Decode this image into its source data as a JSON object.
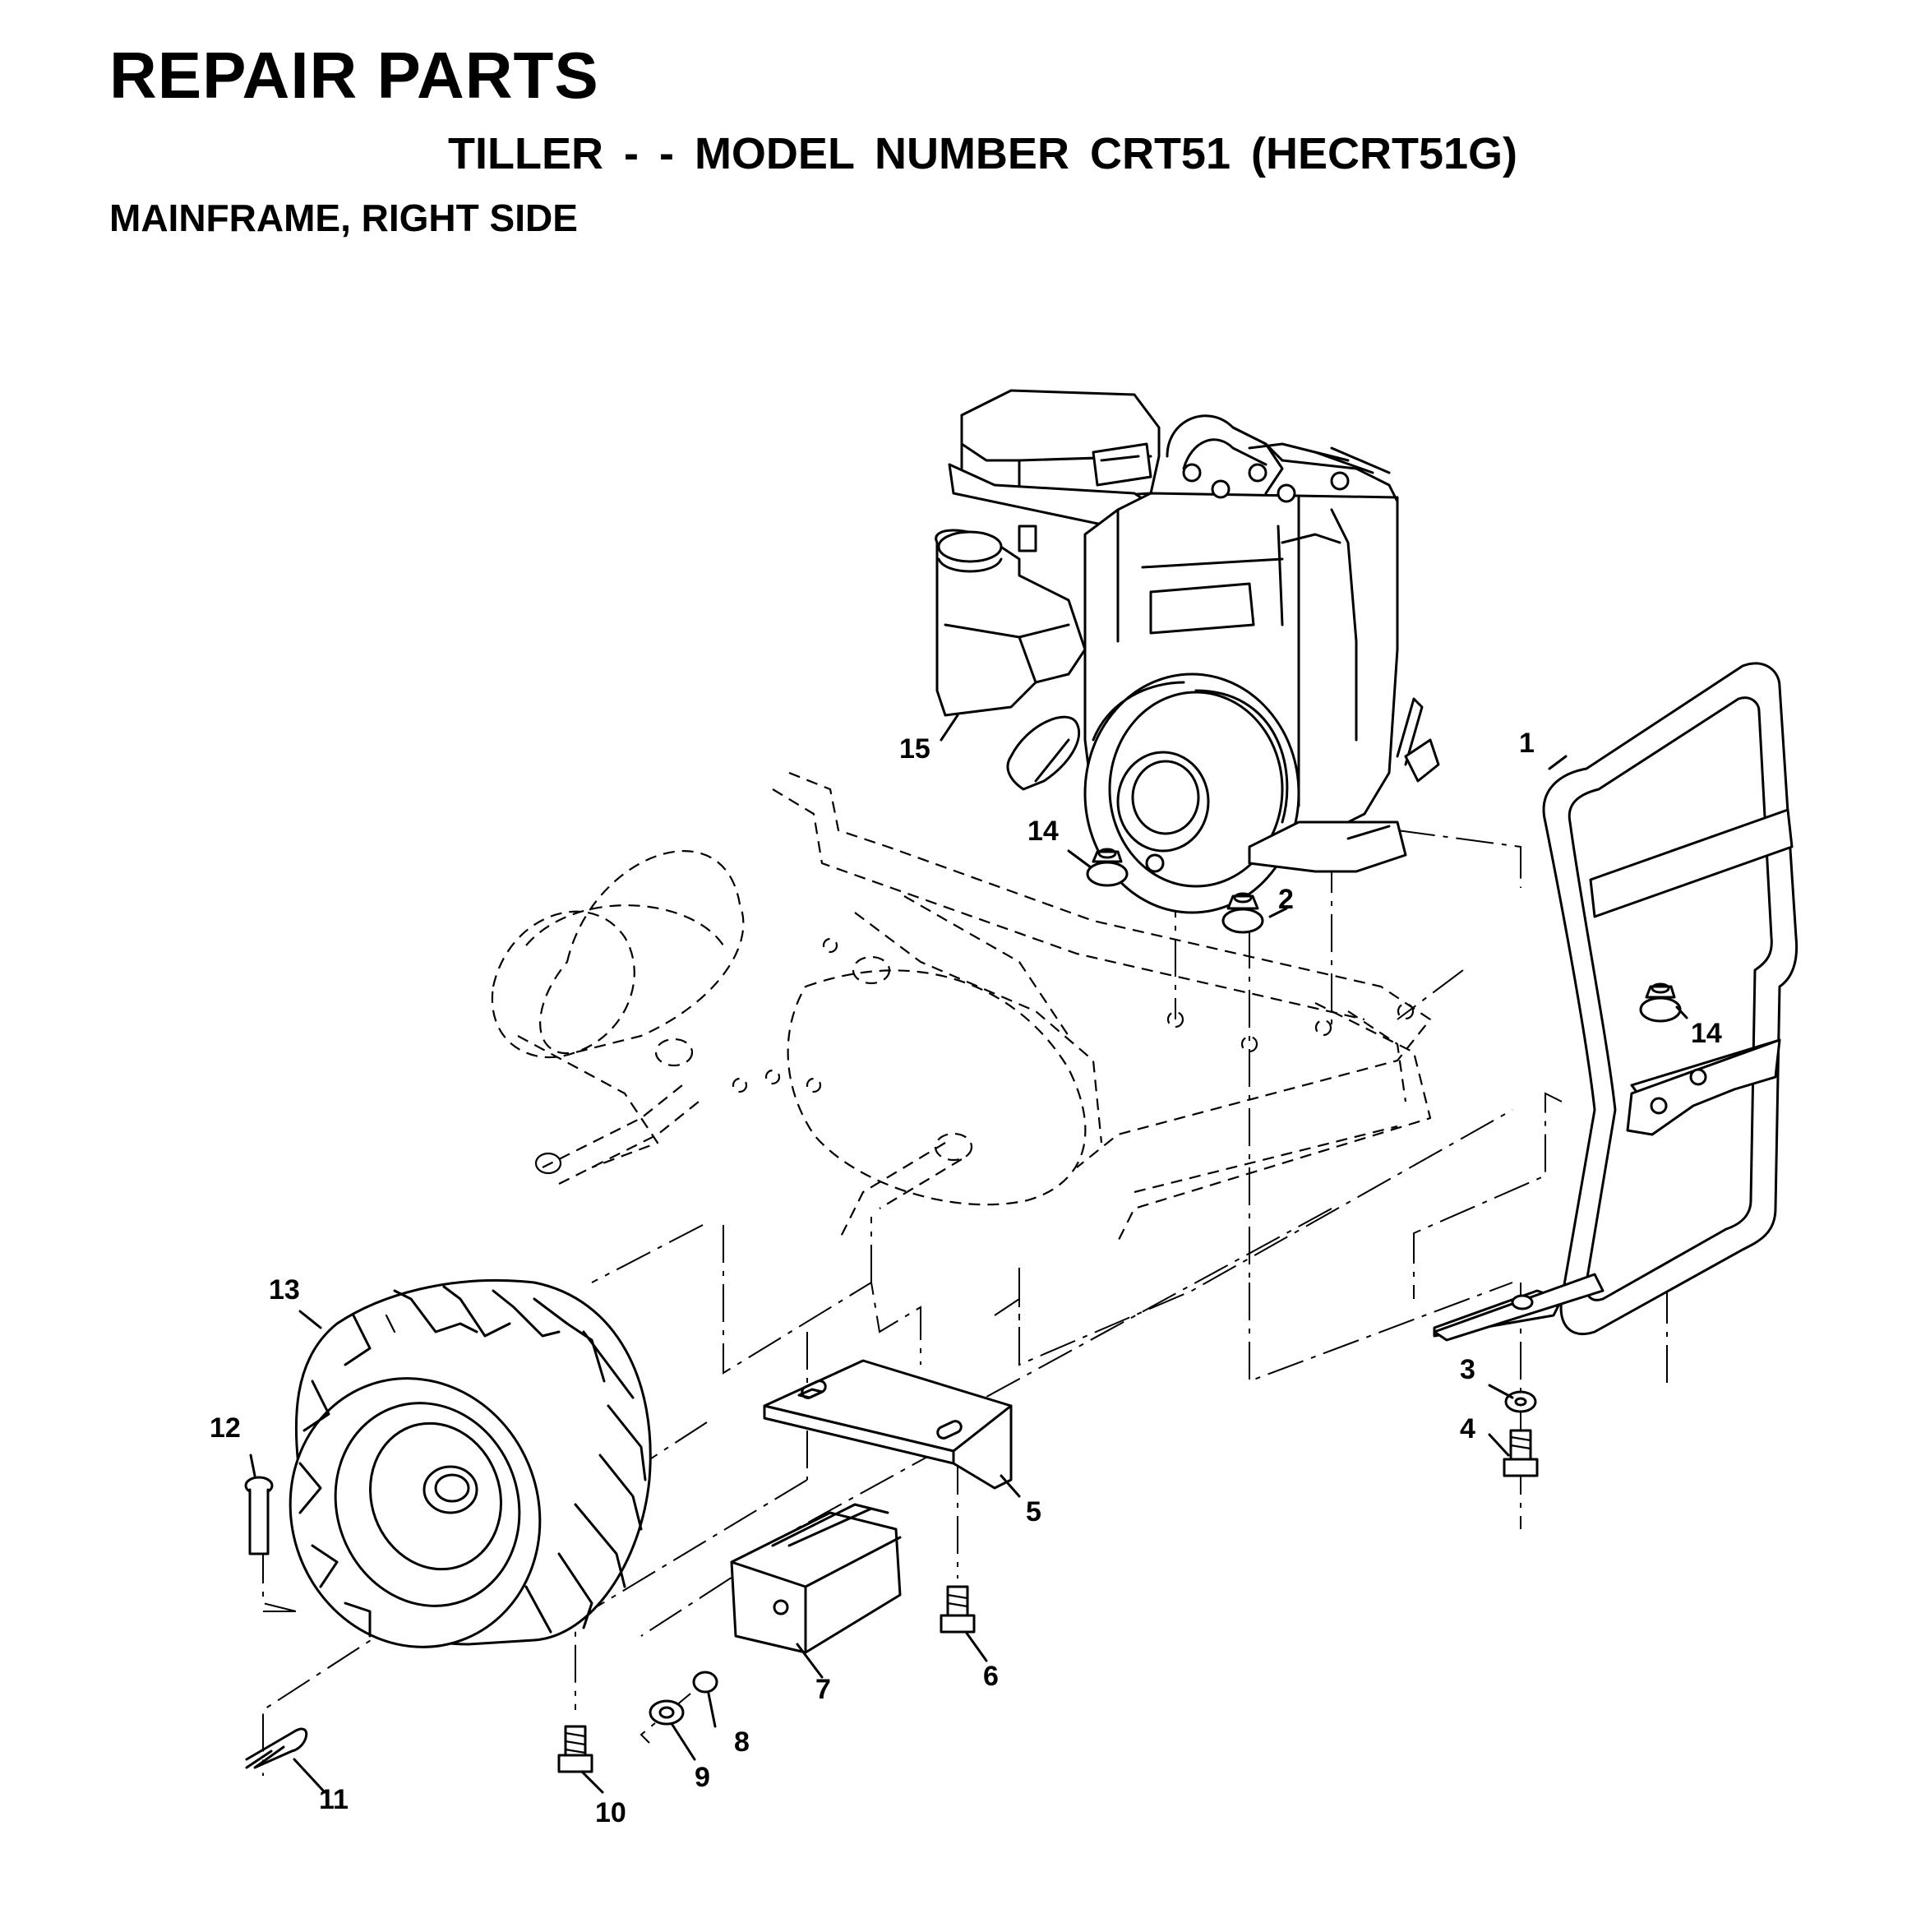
{
  "header": {
    "title": "REPAIR PARTS",
    "subtitle": "TILLER - - MODEL NUMBER CRT51 (HECRT51G)",
    "section": "MAINFRAME, RIGHT SIDE"
  },
  "callouts": [
    {
      "id": "c1",
      "label": "1"
    },
    {
      "id": "c2",
      "label": "2"
    },
    {
      "id": "c3",
      "label": "3"
    },
    {
      "id": "c4",
      "label": "4"
    },
    {
      "id": "c5",
      "label": "5"
    },
    {
      "id": "c6",
      "label": "6"
    },
    {
      "id": "c7",
      "label": "7"
    },
    {
      "id": "c8",
      "label": "8"
    },
    {
      "id": "c9",
      "label": "9"
    },
    {
      "id": "c10",
      "label": "10"
    },
    {
      "id": "c11",
      "label": "11"
    },
    {
      "id": "c12",
      "label": "12"
    },
    {
      "id": "c13",
      "label": "13"
    },
    {
      "id": "c14a",
      "label": "14"
    },
    {
      "id": "c14b",
      "label": "14"
    },
    {
      "id": "c15",
      "label": "15"
    }
  ]
}
